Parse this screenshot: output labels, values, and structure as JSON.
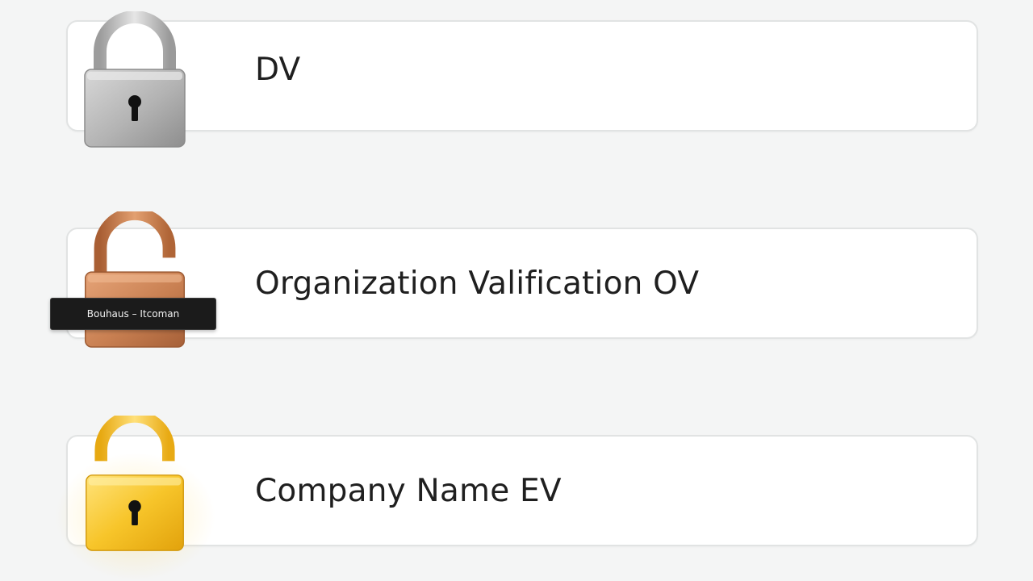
{
  "items": [
    {
      "label": "DV",
      "lock_icon": "silver-padlock-closed",
      "lock_color": "#a9a9a9"
    },
    {
      "label": "Organization Valification OV",
      "lock_icon": "bronze-padlock-open",
      "lock_color": "#c77d4c"
    },
    {
      "label": "Company Name EV",
      "lock_icon": "gold-padlock-open",
      "lock_color": "#f5bf1f"
    }
  ],
  "tooltip": {
    "text": "Bouhaus – Itcoman"
  },
  "colors": {
    "background": "#f4f5f5",
    "card": "#ffffff",
    "card_border": "#e1e3e3",
    "text": "#1f1f1f"
  }
}
